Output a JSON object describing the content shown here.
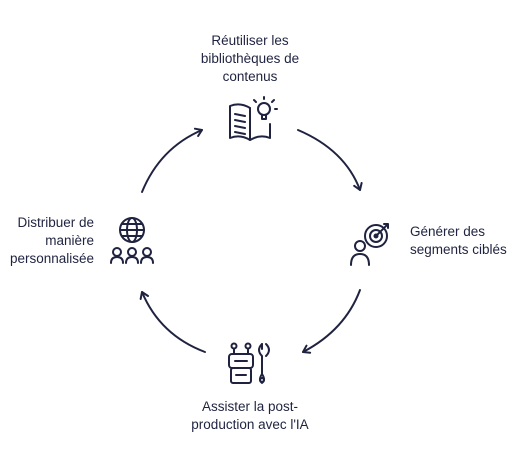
{
  "steps": [
    {
      "label": "Réutiliser les\nbibliothèques de\ncontenus",
      "icon": "book-lightbulb-icon"
    },
    {
      "label": "Générer des\nsegments ciblés",
      "icon": "person-target-icon"
    },
    {
      "label": "Assister la post-\nproduction avec l'IA",
      "icon": "robot-wrench-icon"
    },
    {
      "label": "Distribuer de\nmanière\npersonnalisée",
      "icon": "globe-people-icon"
    }
  ],
  "colors": {
    "ink": "#1f2340",
    "background": "#ffffff"
  }
}
